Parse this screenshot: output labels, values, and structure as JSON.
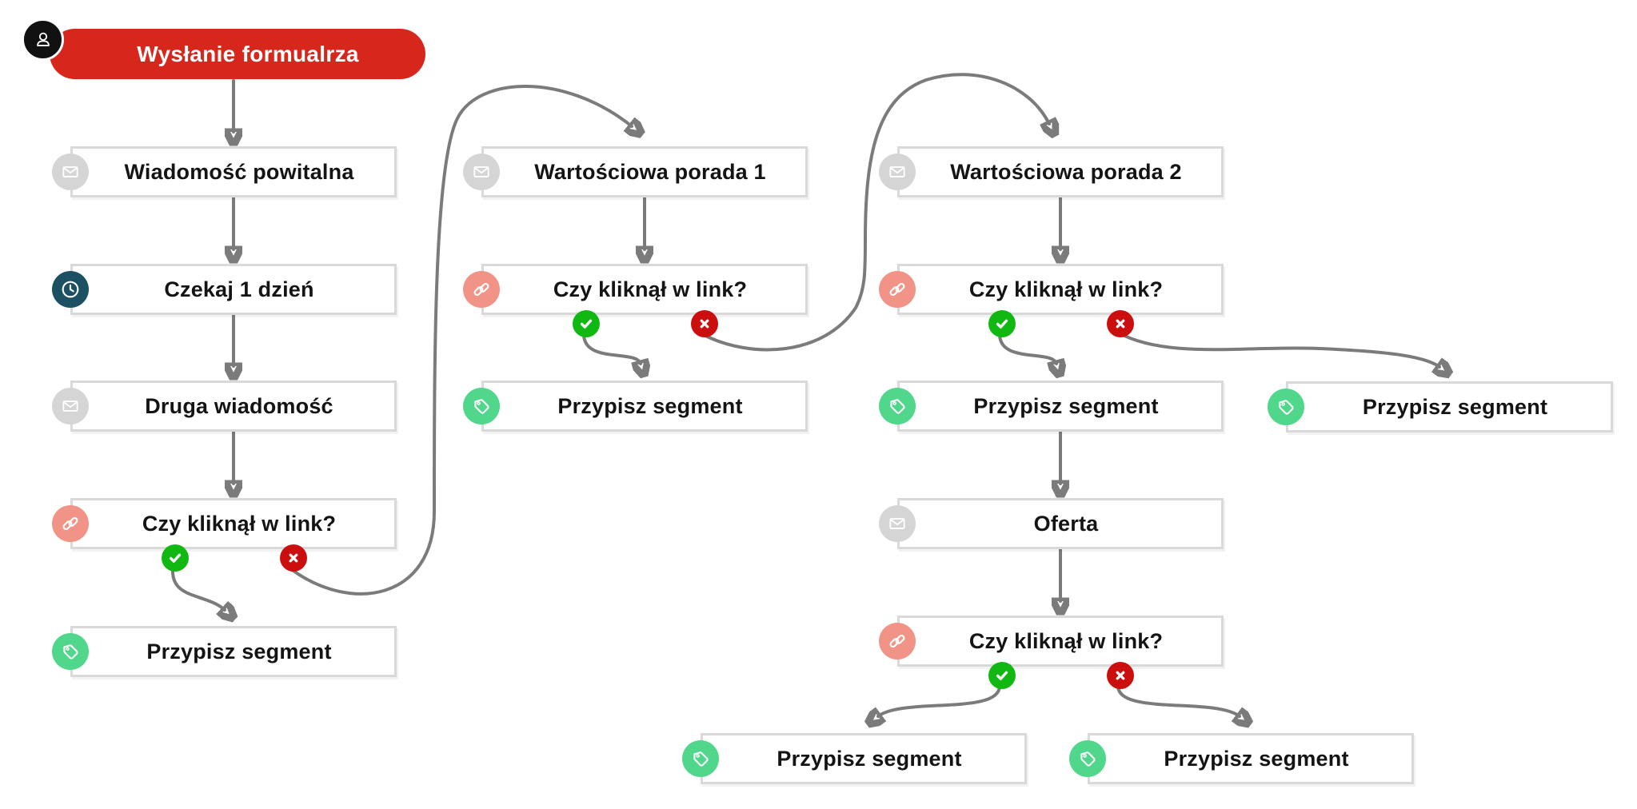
{
  "trigger": {
    "label": "Wysłanie formualrza",
    "icon": "person-icon"
  },
  "nodes": [
    {
      "label": "Wiadomość powitalna",
      "type": "email"
    },
    {
      "label": "Czekaj 1 dzień",
      "type": "wait"
    },
    {
      "label": "Druga wiadomość",
      "type": "email"
    },
    {
      "label": "Czy kliknął w link?",
      "type": "condition"
    },
    {
      "label": "Przypisz segment",
      "type": "segment"
    },
    {
      "label": "Wartościowa porada 1",
      "type": "email"
    },
    {
      "label": "Czy kliknął w link?",
      "type": "condition"
    },
    {
      "label": "Przypisz segment",
      "type": "segment"
    },
    {
      "label": "Wartościowa porada 2",
      "type": "email"
    },
    {
      "label": "Czy kliknął w link?",
      "type": "condition"
    },
    {
      "label": "Przypisz segment",
      "type": "segment"
    },
    {
      "label": "Oferta",
      "type": "email"
    },
    {
      "label": "Czy kliknął w link?",
      "type": "condition"
    },
    {
      "label": "Przypisz segment",
      "type": "segment"
    },
    {
      "label": "Przypisz segment",
      "type": "segment"
    },
    {
      "label": "Przypisz segment",
      "type": "segment"
    }
  ],
  "branches": {
    "yes_icon": "check-icon",
    "no_icon": "x-icon"
  },
  "colors": {
    "trigger-red": "#d7271d",
    "email-gray": "#d5d5d5",
    "wait-teal": "#1c5062",
    "link-salmon": "#f19487",
    "tag-green": "#50d78b",
    "yes-green": "#12b812",
    "no-red": "#cb0e0e",
    "arrow-gray": "#7b7b7b",
    "node-border": "#d9d9d9"
  }
}
